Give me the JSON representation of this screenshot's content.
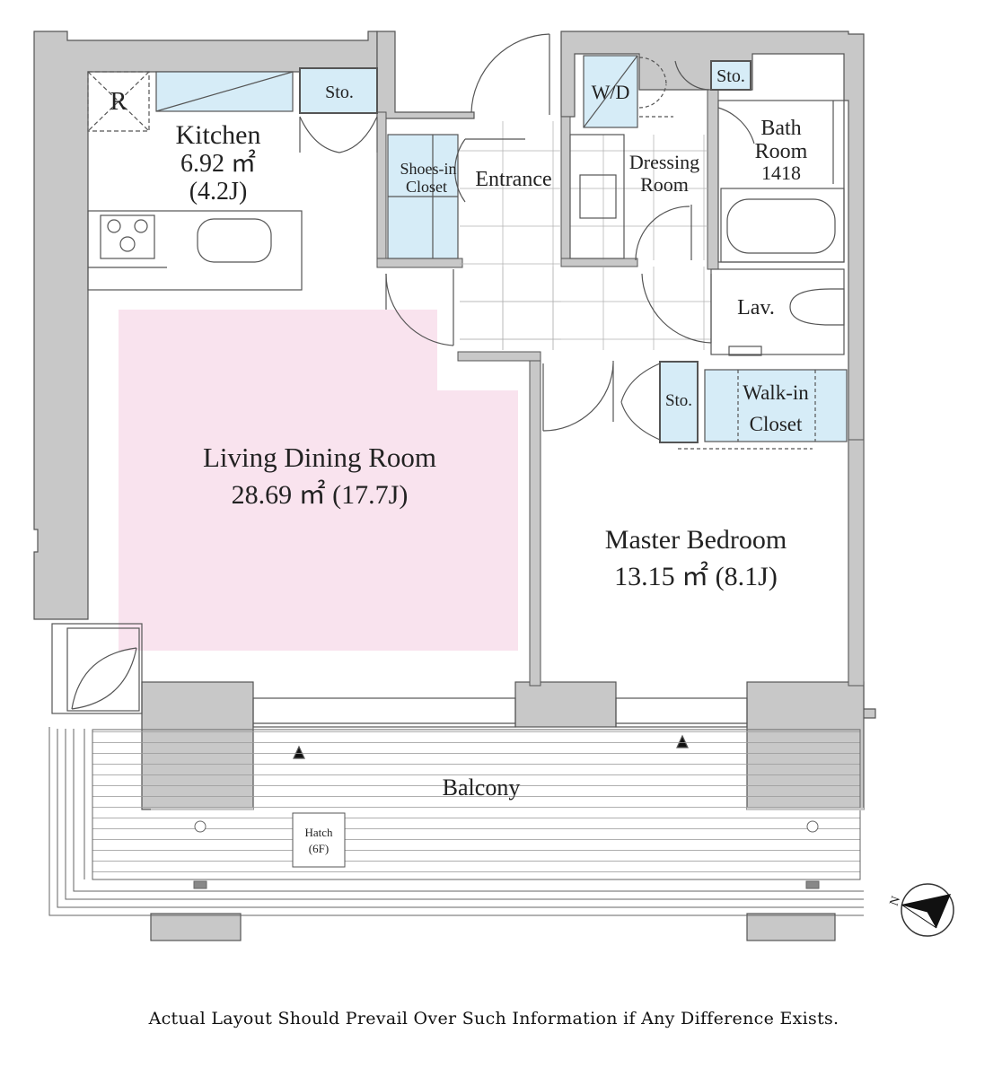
{
  "rooms": {
    "fridge": "R",
    "kitchen_storage": "Sto.",
    "kitchen": {
      "name": "Kitchen",
      "area": "6.92 ㎡",
      "jo": "(4.2J)"
    },
    "shoes_closet": {
      "line1": "Shoes-in",
      "line2": "Closet"
    },
    "entrance": "Entrance",
    "washer_dryer": "W/D",
    "bath_storage": "Sto.",
    "dressing_room": {
      "line1": "Dressing",
      "line2": "Room"
    },
    "bath_room": {
      "line1": "Bath",
      "line2": "Room",
      "size": "1418"
    },
    "lavatory": "Lav.",
    "bedroom_storage": "Sto.",
    "walk_in_closet": {
      "line1": "Walk-in",
      "line2": "Closet"
    },
    "living_dining": {
      "name": "Living Dining Room",
      "area": "28.69 ㎡ (17.7J)"
    },
    "master_bedroom": {
      "name": "Master Bedroom",
      "area": "13.15 ㎡ (8.1J)"
    },
    "balcony": "Balcony",
    "hatch": {
      "line1": "Hatch",
      "line2": "(6F)"
    }
  },
  "compass": {
    "label": "N"
  },
  "disclaimer": "Actual Layout Should Prevail Over Such Information if Any Difference Exists.",
  "colors": {
    "wall": "#c8c8c8",
    "wall_stroke": "#555555",
    "storage_fill": "#d6ecf7",
    "living_highlight": "#f9e3ee",
    "line": "#555555"
  }
}
